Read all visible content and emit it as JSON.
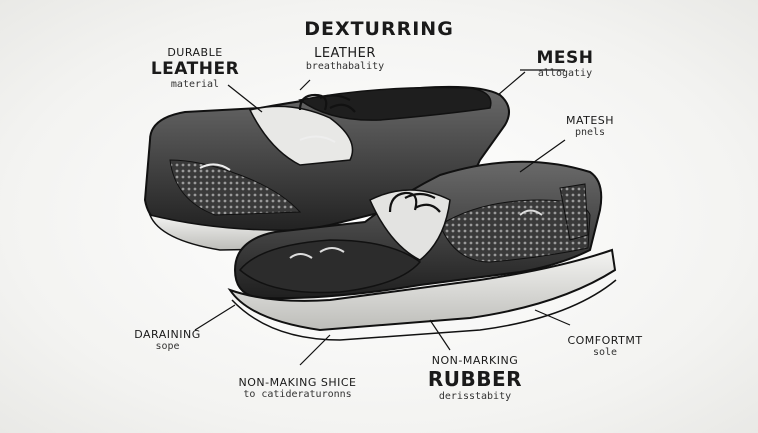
{
  "title": "DEXTURRING",
  "callouts": {
    "durable_leather": {
      "line1": "DURABLE",
      "line2": "LEATHER",
      "sub": "material"
    },
    "leather_breath": {
      "line1": "LEATHER",
      "sub": "breathabality"
    },
    "mesh": {
      "line1": "MESH",
      "sub": "allogatiy"
    },
    "matesh": {
      "line1": "MATESH",
      "sub": "pnels"
    },
    "daraining": {
      "line1": "DARAINING",
      "sub": "sope"
    },
    "comfort": {
      "line1": "COMFORTMT",
      "sub": "sole"
    },
    "nonmaking": {
      "line1": "NON-MAKING SHICE",
      "sub": "to catideraturonns"
    },
    "rubber": {
      "line0": "NON-MARKING",
      "line1": "RUBBER",
      "sub": "derisstabity"
    }
  },
  "colors": {
    "ink": "#1a1a1a",
    "shoe_dark": "#2b2b2b",
    "shoe_mid": "#5a5a5a",
    "sole": "#d9d9d6",
    "background": "#f4f4f2"
  }
}
